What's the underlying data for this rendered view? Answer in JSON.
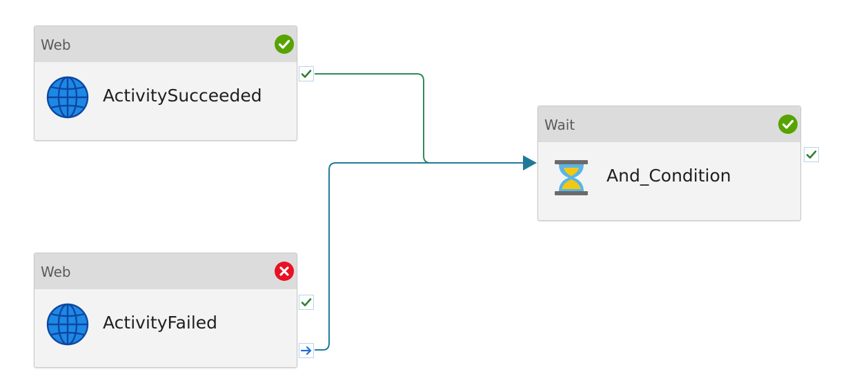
{
  "activities": [
    {
      "id": "activity-succeeded",
      "type": "Web",
      "name": "ActivitySucceeded",
      "status": "succeeded",
      "icon": "globe-icon"
    },
    {
      "id": "activity-failed",
      "type": "Web",
      "name": "ActivityFailed",
      "status": "failed",
      "icon": "globe-icon"
    },
    {
      "id": "and-condition",
      "type": "Wait",
      "name": "And_Condition",
      "status": "succeeded",
      "icon": "hourglass-icon"
    }
  ],
  "ports": {
    "success": "success-port-checkmark-icon",
    "completion": "completion-port-arrow-icon"
  },
  "dependencies": [
    {
      "from": "ActivitySucceeded",
      "condition": "Succeeded",
      "to": "And_Condition"
    },
    {
      "from": "ActivityFailed",
      "condition": "Completed",
      "to": "And_Condition"
    }
  ],
  "colors": {
    "success_green": "#57a300",
    "failure_red": "#e81123",
    "success_link": "#2e8b57",
    "completion_link": "#1f7a99",
    "globe_blue": "#1e88e5",
    "hourglass_sand": "#f2c811",
    "header_gray": "#dcdcdc",
    "body_gray": "#f3f3f3"
  }
}
